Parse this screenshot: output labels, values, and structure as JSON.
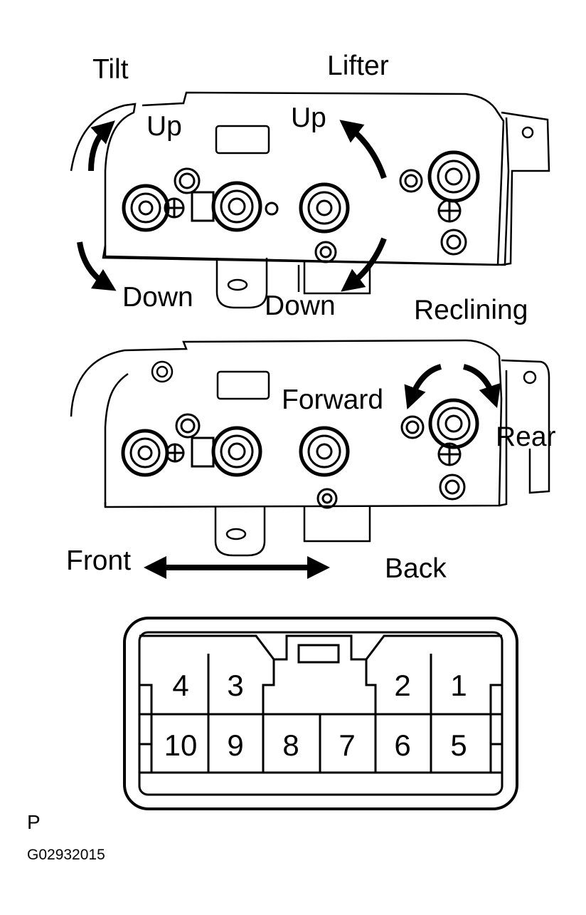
{
  "switch_top": {
    "tilt_label": "Tilt",
    "lifter_label": "Lifter",
    "tilt_up": "Up",
    "tilt_down": "Down",
    "lifter_up": "Up",
    "lifter_down": "Down",
    "reclining_label": "Reclining"
  },
  "switch_bottom": {
    "forward_label": "Forward",
    "rear_label": "Rear",
    "front_label": "Front",
    "back_label": "Back"
  },
  "connector": {
    "pins_top_row": [
      "4",
      "3",
      "2",
      "1"
    ],
    "pins_bottom_row": [
      "10",
      "9",
      "8",
      "7",
      "6",
      "5"
    ]
  },
  "connector_code": "P",
  "figure_id": "G02932015"
}
